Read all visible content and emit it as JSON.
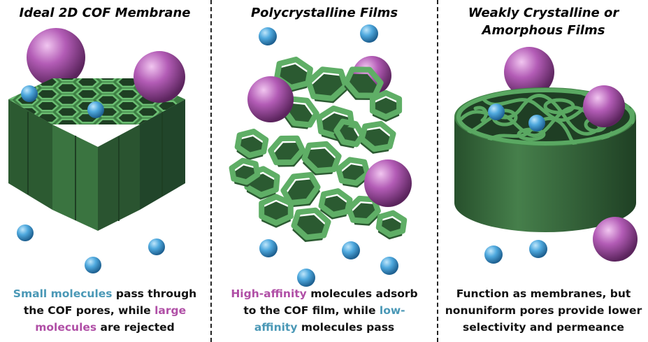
{
  "panels": [
    {
      "title_line1": "Ideal 2D COF Membrane",
      "title_line2": "",
      "caption": {
        "p1": "Small molecules",
        "p2": " pass through",
        "p3": "the COF pores, while ",
        "p4": "large",
        "p5": "molecules",
        "p6": " are rejected"
      }
    },
    {
      "title_line1": "Polycrystalline Films",
      "title_line2": "",
      "caption": {
        "p1": "High-affinity",
        "p2": " molecules adsorb",
        "p3": "to the COF film, while ",
        "p4": "low-",
        "p5": "affinity",
        "p6": " molecules pass"
      }
    },
    {
      "title_line1": "Weakly Crystalline or",
      "title_line2": "Amorphous Films",
      "caption": {
        "p1": "Function as membranes, but",
        "p2": "nonuniform pores provide lower",
        "p3": "selectivity and permeance"
      }
    }
  ],
  "colors": {
    "membrane_top": "#4f9e55",
    "membrane_side": "#2f5f34",
    "membrane_dark": "#244a29",
    "small_molecule": "#4aa6dc",
    "large_molecule": "#b05bb3",
    "teal_text": "#4a98b6",
    "magenta_text": "#b04fa6"
  }
}
